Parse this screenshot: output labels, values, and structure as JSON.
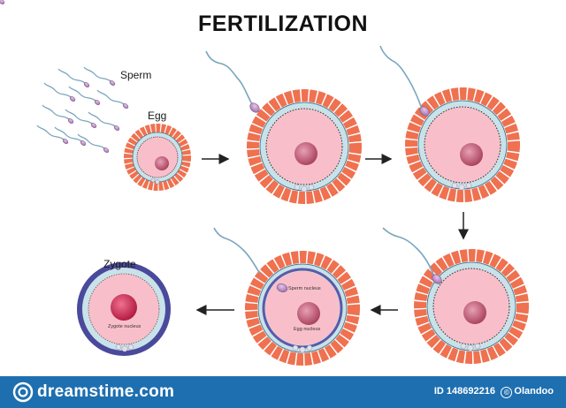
{
  "title": "FERTILIZATION",
  "labels": {
    "sperm": "Sperm",
    "egg": "Egg",
    "zygote": "Zygote",
    "sperm_nucleus": "Sperm nucleus",
    "egg_nucleus": "Egg nucleus",
    "zygote_nucleus": "Zygote nucleus"
  },
  "footer": {
    "site": "dreamstime.com",
    "id": "ID 148692216",
    "author": "Olandoo",
    "copyright": "©"
  },
  "colors": {
    "corona": "#ef7150",
    "zona": "#c9e2ea",
    "cytoplasm": "#f8bfca",
    "nucleus": "#b9506a",
    "sperm_head": "#b27fb8",
    "sperm_tail": "#6a9ab2",
    "fused_membrane": "#5a5aa8",
    "footer_bg": "#1e6fb0"
  }
}
